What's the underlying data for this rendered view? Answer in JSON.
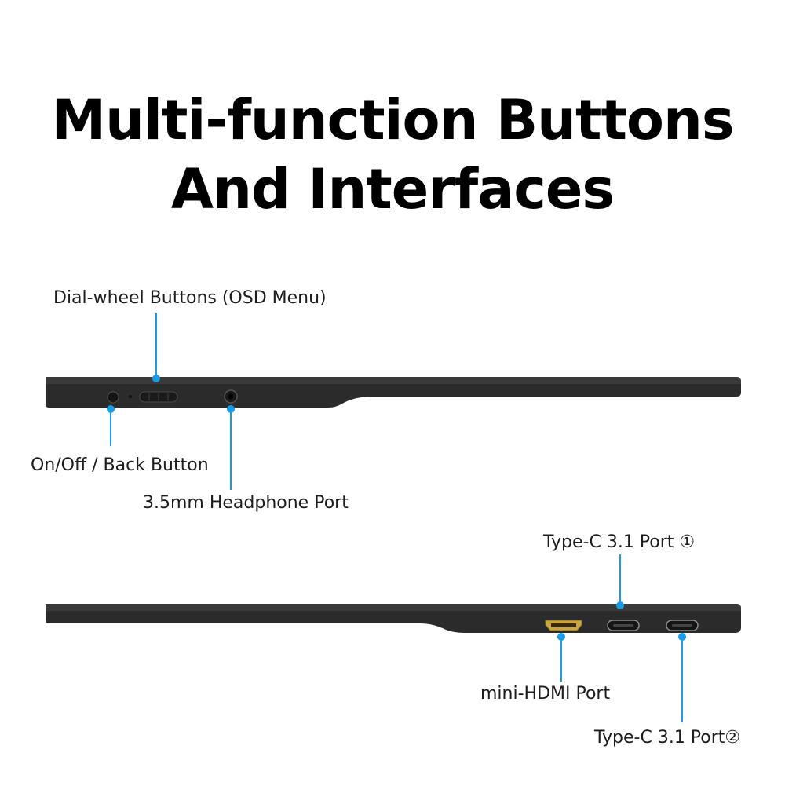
{
  "title": {
    "line1": "Multi-function Buttons",
    "line2": "And Interfaces"
  },
  "colors": {
    "accent": "#1a9be6",
    "device_body": "#2b2b2b",
    "device_edge": "#3e3e3e",
    "hdmi_gold": "#c9a640"
  },
  "top_device": {
    "labels": {
      "dial_wheel": "Dial-wheel Buttons (OSD Menu)",
      "power": "On/Off / Back Button",
      "headphone": "3.5mm Headphone Port"
    }
  },
  "bottom_device": {
    "labels": {
      "type_c_1": "Type-C 3.1 Port ①",
      "mini_hdmi": "mini-HDMI Port",
      "type_c_2": "Type-C 3.1 Port②"
    }
  }
}
